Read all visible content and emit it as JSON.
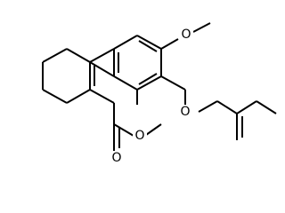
{
  "structure": {
    "atoms": {
      "o_methoxy": "O",
      "o_ether": "O",
      "o_ring": "O",
      "o_carbonyl": "O"
    },
    "colors": {
      "bond": "#000000",
      "label": "#000000",
      "background": "#ffffff"
    }
  }
}
